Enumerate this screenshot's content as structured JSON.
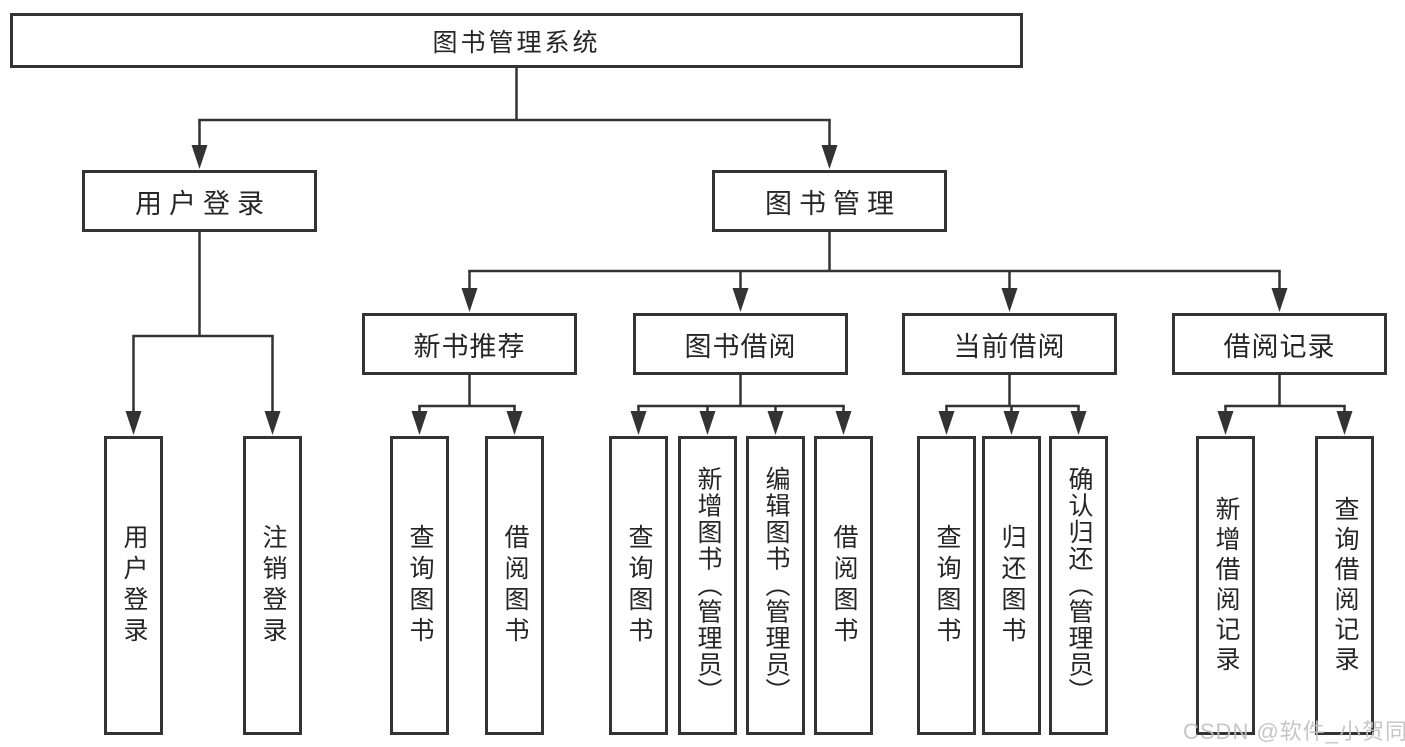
{
  "nodes": {
    "root": {
      "label": "图书管理系统"
    },
    "level2": [
      {
        "label": "用户登录"
      },
      {
        "label": "图书管理"
      }
    ],
    "level3": [
      {
        "label": "新书推荐"
      },
      {
        "label": "图书借阅"
      },
      {
        "label": "当前借阅"
      },
      {
        "label": "借阅记录"
      }
    ],
    "leaves": [
      {
        "label": "用户登录"
      },
      {
        "label": "注销登录"
      },
      {
        "label": "查询图书"
      },
      {
        "label": "借阅图书"
      },
      {
        "label": "查询图书"
      },
      {
        "label": "新增图书（管理员）"
      },
      {
        "label": "编辑图书（管理员）"
      },
      {
        "label": "借阅图书"
      },
      {
        "label": "查询图书"
      },
      {
        "label": "归还图书"
      },
      {
        "label": "确认归还（管理员）"
      },
      {
        "label": "新增借阅记录"
      },
      {
        "label": "查询借阅记录"
      }
    ]
  },
  "watermark": {
    "text": "CSDN @软件_小贺同学"
  },
  "colors": {
    "line": "#333333",
    "box_border": "#333333",
    "box_bg": "#ffffff",
    "text": "#262626",
    "watermark": "#c6c6c6",
    "background": "#ffffff"
  }
}
